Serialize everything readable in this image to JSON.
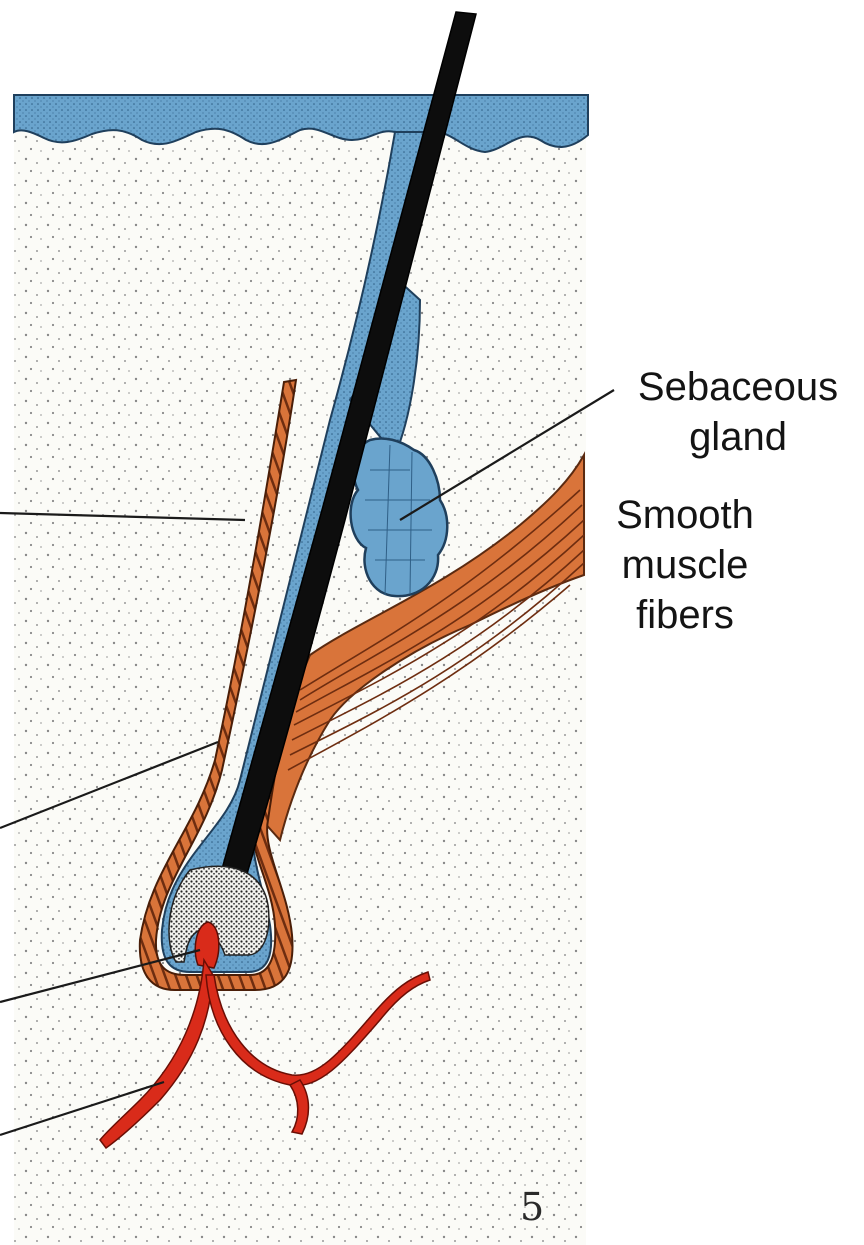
{
  "labels": {
    "sebaceous_gland": [
      "Sebaceous",
      "gland"
    ],
    "smooth_muscle_fibers": [
      "Smooth",
      "muscle",
      "fibers"
    ]
  },
  "plate_number": "5",
  "colors": {
    "epidermis": "#5f9dc8",
    "hair_shaft": "#0d0d0d",
    "root_sheath": "#7fb3d9",
    "connective_sheath": "#d9743a",
    "smooth_muscle": "#d9743a",
    "blood_vessel": "#d92b1a",
    "dermis_dots": "#8a8a8a"
  }
}
